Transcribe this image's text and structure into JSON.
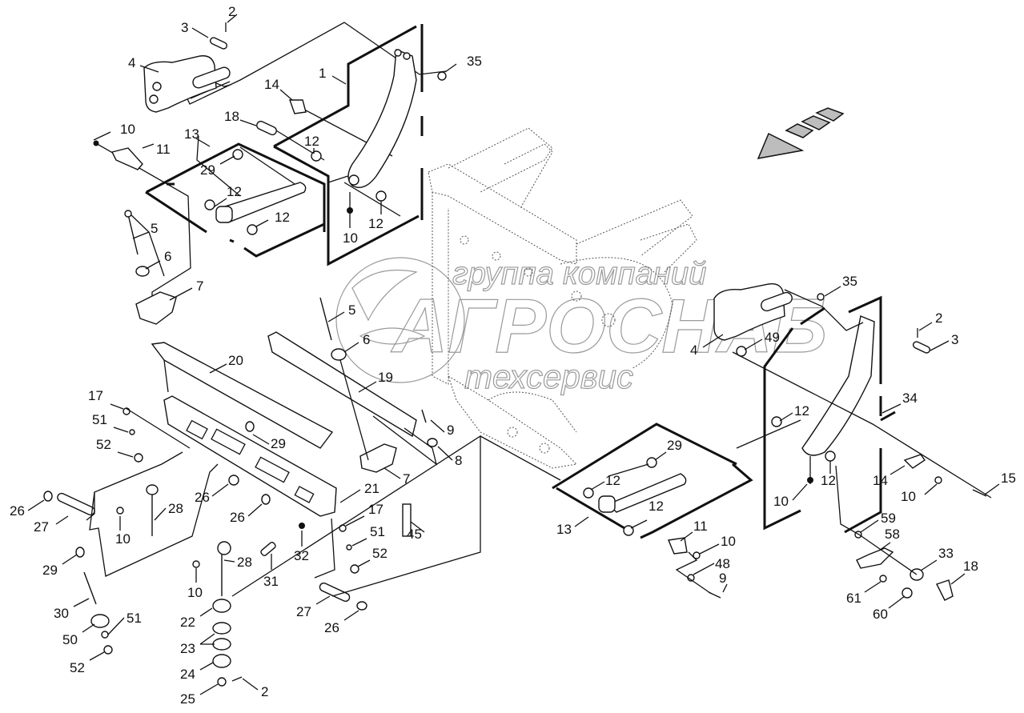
{
  "diagram": {
    "type": "exploded-parts-diagram",
    "watermark": {
      "line1": "группа компаний",
      "line2": "АГРОСНАБ",
      "line3": "техсервис"
    },
    "direction_arrow": "travel-direction-arrow",
    "callouts": [
      {
        "id": "c2a",
        "label": "2"
      },
      {
        "id": "c3a",
        "label": "3"
      },
      {
        "id": "c4a",
        "label": "4"
      },
      {
        "id": "c1",
        "label": "1"
      },
      {
        "id": "c35a",
        "label": "35"
      },
      {
        "id": "c14a",
        "label": "14"
      },
      {
        "id": "c18a",
        "label": "18"
      },
      {
        "id": "c12a",
        "label": "12"
      },
      {
        "id": "c10a",
        "label": "10"
      },
      {
        "id": "c11a",
        "label": "11"
      },
      {
        "id": "c13a",
        "label": "13"
      },
      {
        "id": "c29a",
        "label": "29"
      },
      {
        "id": "c12b",
        "label": "12"
      },
      {
        "id": "c12c",
        "label": "12"
      },
      {
        "id": "c12d",
        "label": "12"
      },
      {
        "id": "c10b",
        "label": "10"
      },
      {
        "id": "c5a",
        "label": "5"
      },
      {
        "id": "c6a",
        "label": "6"
      },
      {
        "id": "c7a",
        "label": "7"
      },
      {
        "id": "c5b",
        "label": "5"
      },
      {
        "id": "c6b",
        "label": "6"
      },
      {
        "id": "c20",
        "label": "20"
      },
      {
        "id": "c19",
        "label": "19"
      },
      {
        "id": "c9a",
        "label": "9"
      },
      {
        "id": "c8",
        "label": "8"
      },
      {
        "id": "c7b",
        "label": "7"
      },
      {
        "id": "c17a",
        "label": "17"
      },
      {
        "id": "c51a",
        "label": "51"
      },
      {
        "id": "c52a",
        "label": "52"
      },
      {
        "id": "c29b",
        "label": "29"
      },
      {
        "id": "c21",
        "label": "21"
      },
      {
        "id": "c26a",
        "label": "26"
      },
      {
        "id": "c27a",
        "label": "27"
      },
      {
        "id": "c10c",
        "label": "10"
      },
      {
        "id": "c28a",
        "label": "28"
      },
      {
        "id": "c26b",
        "label": "26"
      },
      {
        "id": "c26c",
        "label": "26"
      },
      {
        "id": "c17b",
        "label": "17"
      },
      {
        "id": "c51b",
        "label": "51"
      },
      {
        "id": "c52b",
        "label": "52"
      },
      {
        "id": "c45",
        "label": "45"
      },
      {
        "id": "c32",
        "label": "32"
      },
      {
        "id": "c29c",
        "label": "29"
      },
      {
        "id": "c30",
        "label": "30"
      },
      {
        "id": "c50",
        "label": "50"
      },
      {
        "id": "c51c",
        "label": "51"
      },
      {
        "id": "c52c",
        "label": "52"
      },
      {
        "id": "c10d",
        "label": "10"
      },
      {
        "id": "c28b",
        "label": "28"
      },
      {
        "id": "c31",
        "label": "31"
      },
      {
        "id": "c27b",
        "label": "27"
      },
      {
        "id": "c26d",
        "label": "26"
      },
      {
        "id": "c22",
        "label": "22"
      },
      {
        "id": "c23",
        "label": "23"
      },
      {
        "id": "c24",
        "label": "24"
      },
      {
        "id": "c25",
        "label": "25"
      },
      {
        "id": "c2b",
        "label": "2"
      },
      {
        "id": "c35b",
        "label": "35"
      },
      {
        "id": "c4b",
        "label": "4"
      },
      {
        "id": "c49",
        "label": "49"
      },
      {
        "id": "c2c",
        "label": "2"
      },
      {
        "id": "c3b",
        "label": "3"
      },
      {
        "id": "c34",
        "label": "34"
      },
      {
        "id": "c12e",
        "label": "12"
      },
      {
        "id": "c12f",
        "label": "12"
      },
      {
        "id": "c10e",
        "label": "10"
      },
      {
        "id": "c14b",
        "label": "14"
      },
      {
        "id": "c10f",
        "label": "10"
      },
      {
        "id": "c15",
        "label": "15"
      },
      {
        "id": "c29d",
        "label": "29"
      },
      {
        "id": "c12g",
        "label": "12"
      },
      {
        "id": "c12h",
        "label": "12"
      },
      {
        "id": "c13b",
        "label": "13"
      },
      {
        "id": "c11b",
        "label": "11"
      },
      {
        "id": "c10g",
        "label": "10"
      },
      {
        "id": "c48",
        "label": "48"
      },
      {
        "id": "c9b",
        "label": "9"
      },
      {
        "id": "c59",
        "label": "59"
      },
      {
        "id": "c58",
        "label": "58"
      },
      {
        "id": "c33",
        "label": "33"
      },
      {
        "id": "c18b",
        "label": "18"
      },
      {
        "id": "c61",
        "label": "61"
      },
      {
        "id": "c60",
        "label": "60"
      }
    ]
  }
}
